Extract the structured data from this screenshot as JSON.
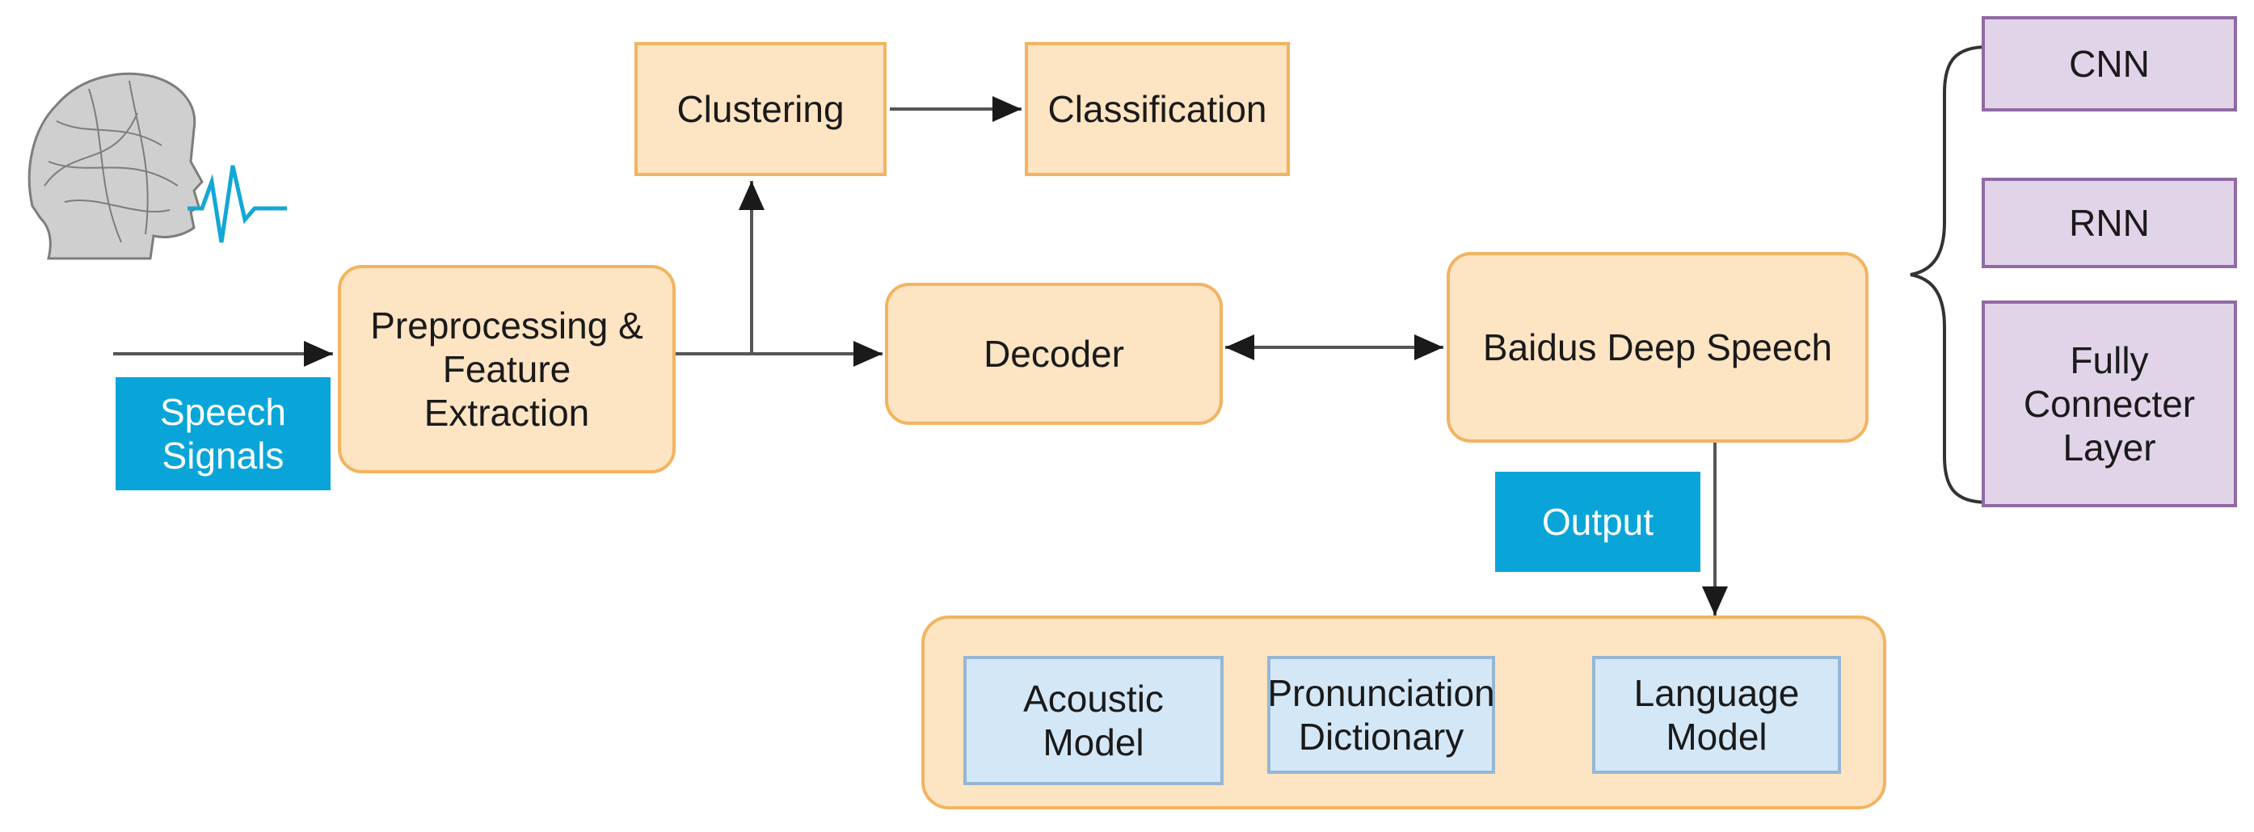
{
  "nodes": {
    "clustering": "Clustering",
    "classification": "Classification",
    "preprocessing": "Preprocessing &\nFeature\nExtraction",
    "decoder": "Decoder",
    "baidus": "Baidus Deep Speech",
    "cnn": "CNN",
    "rnn": "RNN",
    "fully_connected": "Fully\nConnecter\nLayer",
    "acoustic_model": "Acoustic\nModel",
    "pronunciation_dictionary": "Pronunciation\nDictionary",
    "language_model": "Language\nModel"
  },
  "labels": {
    "speech_signals": "Speech\nSignals",
    "output": "Output"
  },
  "icons": {
    "head": "human-head-wireframe-icon",
    "speech_wave": "speech-waveform-icon"
  },
  "colors": {
    "orange_fill": "#fde4c3",
    "orange_border": "#f2b460",
    "purple_fill": "#e1d4e8",
    "purple_border": "#8f6aa3",
    "blue_label": "#0aa5d8",
    "light_blue_fill": "#d4e7f6",
    "light_blue_border": "#95b7d4",
    "arrow": "#555555"
  }
}
